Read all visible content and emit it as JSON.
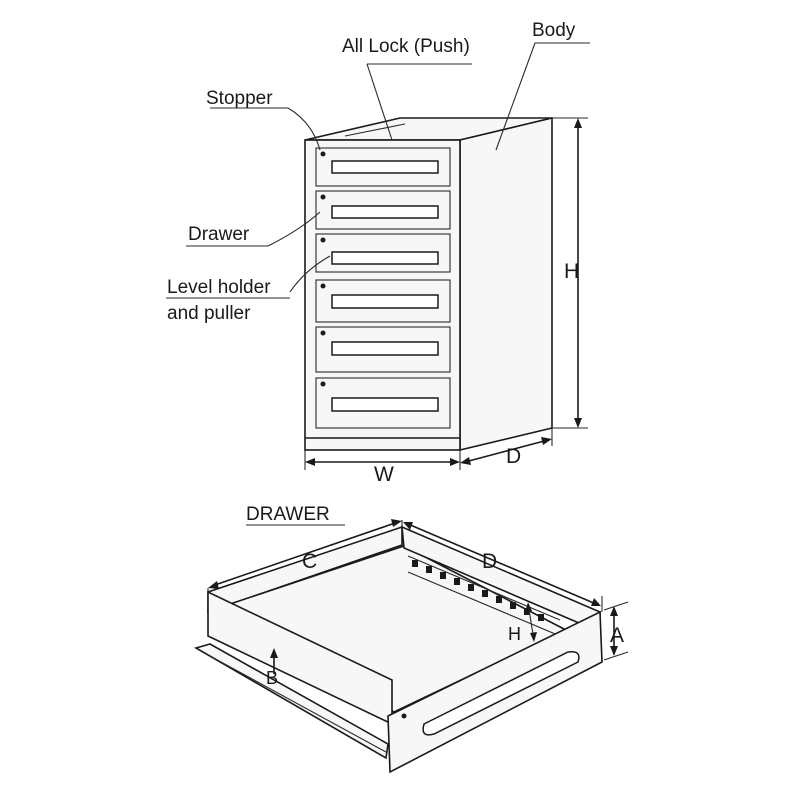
{
  "labels": {
    "all_lock": "All Lock (Push)",
    "body": "Body",
    "stopper": "Stopper",
    "drawer": "Drawer",
    "level_holder_line1": "Level holder",
    "level_holder_line2": "and puller",
    "dim_h": "H",
    "dim_w": "W",
    "dim_d": "D"
  },
  "drawer_detail": {
    "title": "DRAWER",
    "dim_c": "C",
    "dim_d": "D",
    "dim_h": "H",
    "dim_a": "A",
    "dim_b": "B"
  },
  "colors": {
    "line": "#1a1a1a",
    "face": "#f7f7f7"
  }
}
